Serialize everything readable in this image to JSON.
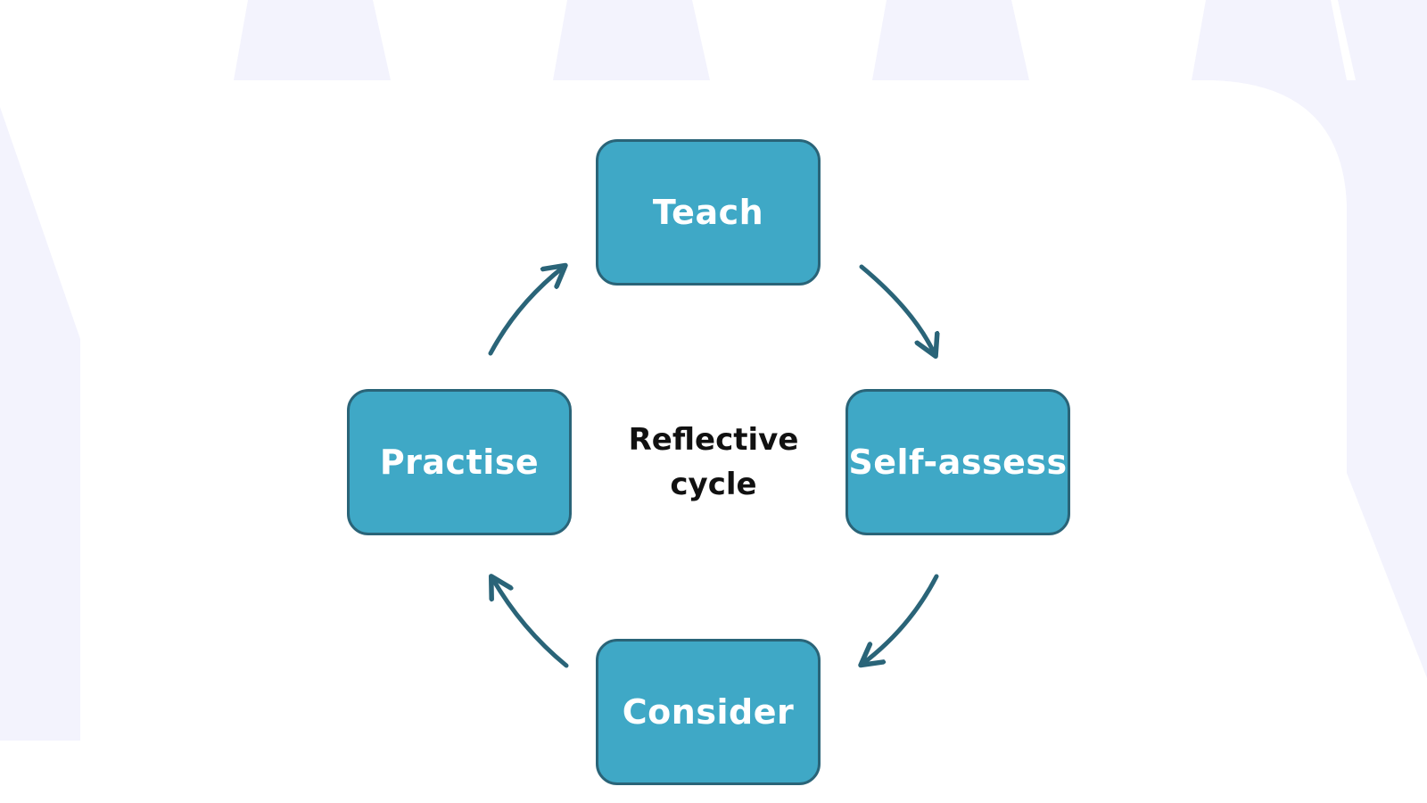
{
  "colors": {
    "node_fill": "#3fa8c6",
    "node_border": "#2a6478",
    "arrow": "#2a6478",
    "background_shape": "#f3f3fd"
  },
  "diagram": {
    "nodes": [
      {
        "id": "teach",
        "label": "Teach"
      },
      {
        "id": "self-assess",
        "label": "Self-assess"
      },
      {
        "id": "consider",
        "label": "Consider"
      },
      {
        "id": "practise",
        "label": "Practise"
      }
    ],
    "center_label": {
      "line1": "Reflective",
      "line2": "cycle"
    },
    "edges": [
      {
        "from": "teach",
        "to": "self-assess"
      },
      {
        "from": "self-assess",
        "to": "consider"
      },
      {
        "from": "consider",
        "to": "practise"
      },
      {
        "from": "practise",
        "to": "teach"
      }
    ]
  }
}
